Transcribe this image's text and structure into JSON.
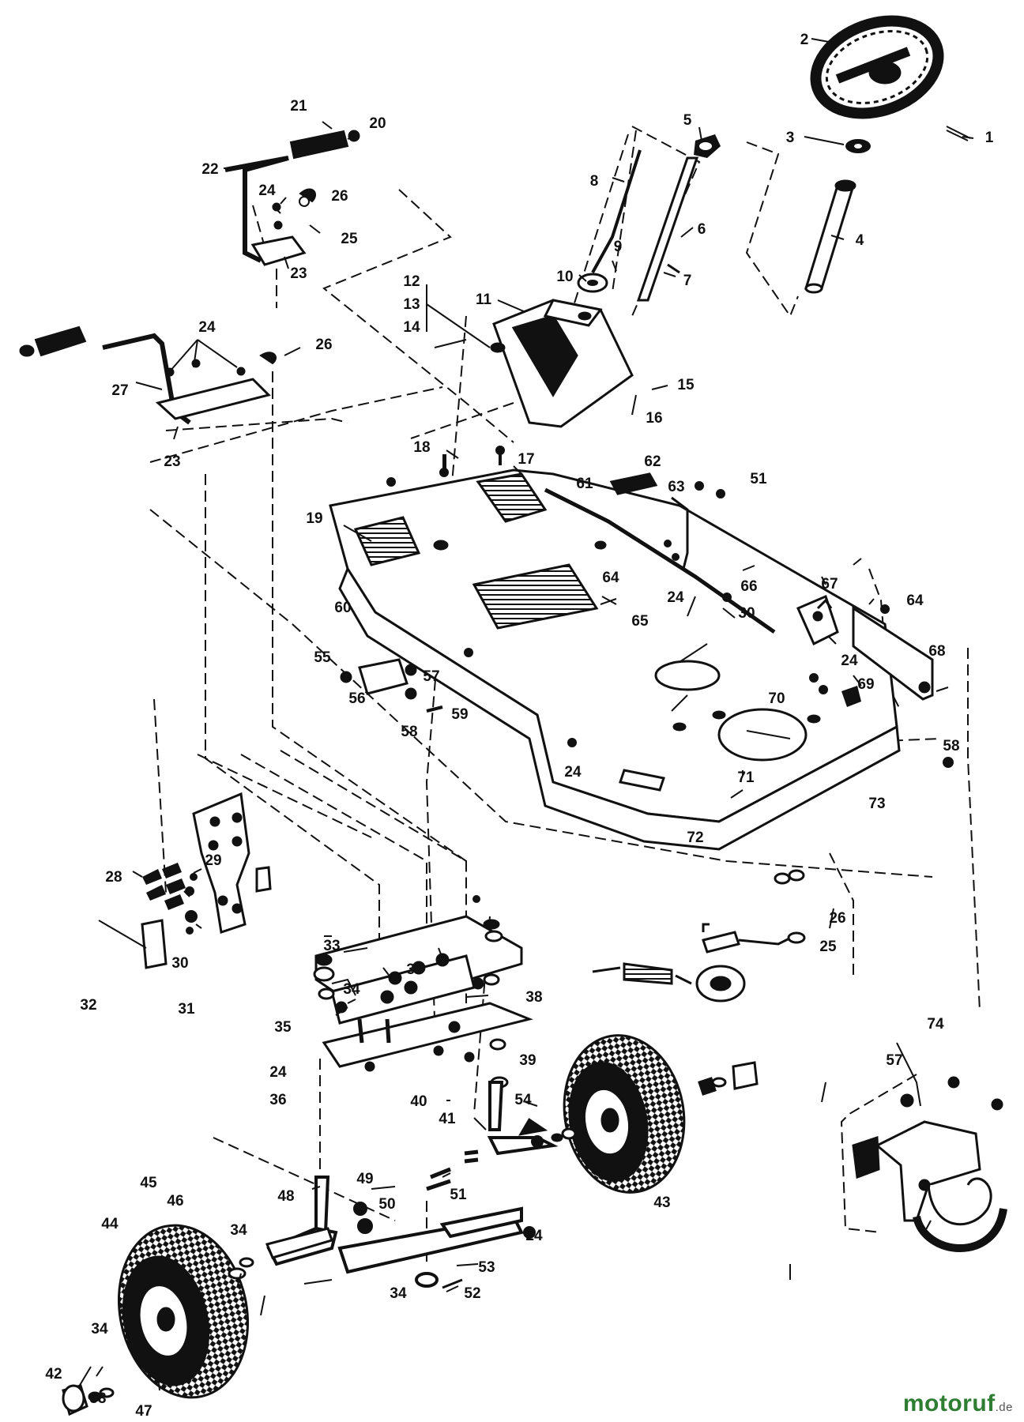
{
  "diagram": {
    "part_numbers": [
      "1",
      "2",
      "3",
      "4",
      "5",
      "6",
      "7",
      "8",
      "9",
      "10",
      "11",
      "12",
      "13",
      "14",
      "15",
      "16",
      "17",
      "18",
      "19",
      "20",
      "21",
      "22",
      "23",
      "24",
      "25",
      "26",
      "27",
      "28",
      "29",
      "30",
      "31",
      "32",
      "33",
      "34",
      "35",
      "36",
      "37",
      "38",
      "39",
      "40",
      "41",
      "42",
      "43",
      "44",
      "45",
      "46",
      "47",
      "48",
      "49",
      "50",
      "51",
      "52",
      "53",
      "54",
      "55",
      "56",
      "57",
      "58",
      "59",
      "60",
      "61",
      "62",
      "63",
      "64",
      "65",
      "66",
      "67",
      "68",
      "69",
      "70",
      "71",
      "72",
      "73",
      "74"
    ]
  },
  "watermark": {
    "brand": "motoruf",
    "tld": ".de"
  },
  "colors": {
    "line": "#111111",
    "background": "#ffffff",
    "brand_green": "#2e7d32"
  }
}
